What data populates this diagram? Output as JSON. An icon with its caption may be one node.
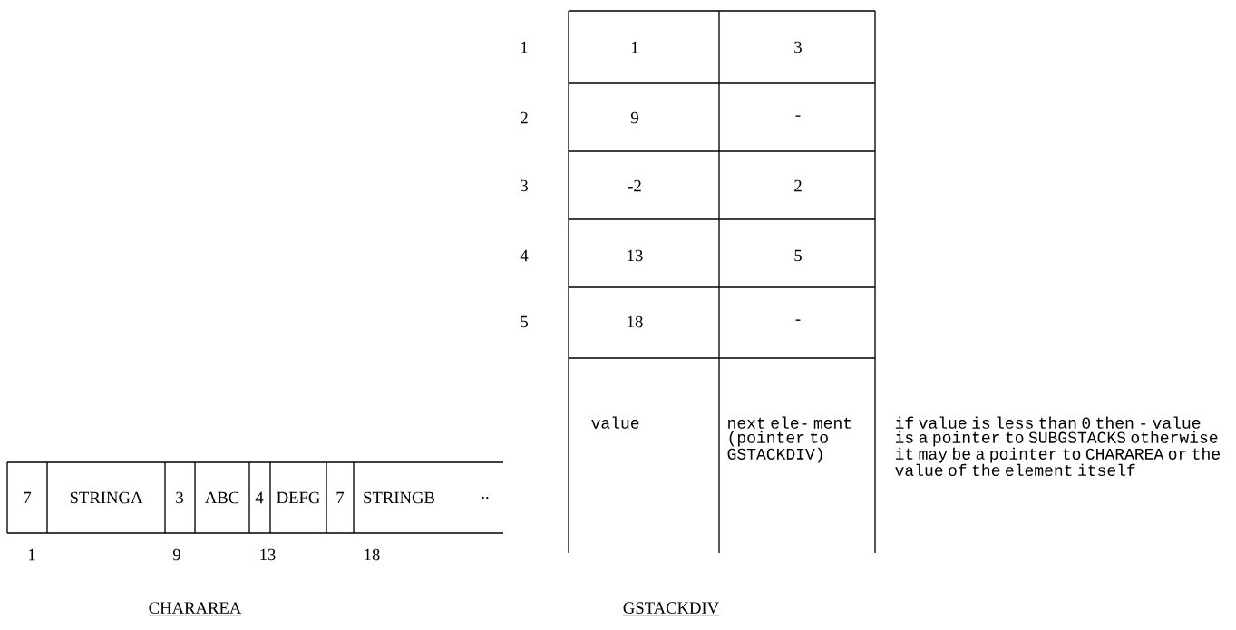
{
  "diagram": {
    "labels": [
      "1",
      "1",
      "3",
      "2",
      "9",
      "-",
      "3",
      "-2",
      "2",
      "4",
      "13",
      "5",
      "5",
      "18",
      "-",
      "value",
      "next ele- ment (pointer to GSTACKDIV)",
      "if value is less than  0 then - value is a pointer to SUBGSTACKS otherwise it may be a pointer to CHARAREA or the value of the element itself",
      "7",
      "STRINGA",
      "3",
      "ABC",
      "4",
      "DEFG",
      "7",
      "STRINGB",
      "..",
      "1",
      "9",
      "13",
      "18",
      "CHARAREA",
      "GSTACKDIV"
    ]
  }
}
